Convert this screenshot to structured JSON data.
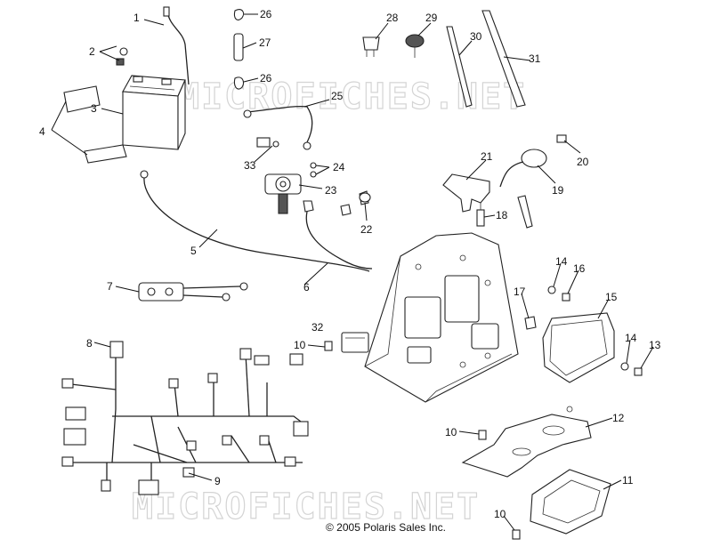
{
  "watermark": "MICROFICHES.NET",
  "copyright": "© 2005 Polaris Sales Inc.",
  "callouts": [
    "1",
    "2",
    "3",
    "4",
    "5",
    "6",
    "7",
    "8",
    "9",
    "10",
    "10",
    "10",
    "11",
    "12",
    "13",
    "14",
    "14",
    "15",
    "16",
    "17",
    "18",
    "19",
    "20",
    "21",
    "22",
    "23",
    "24",
    "25",
    "26",
    "26",
    "27",
    "28",
    "29",
    "30",
    "31",
    "32",
    "33"
  ]
}
